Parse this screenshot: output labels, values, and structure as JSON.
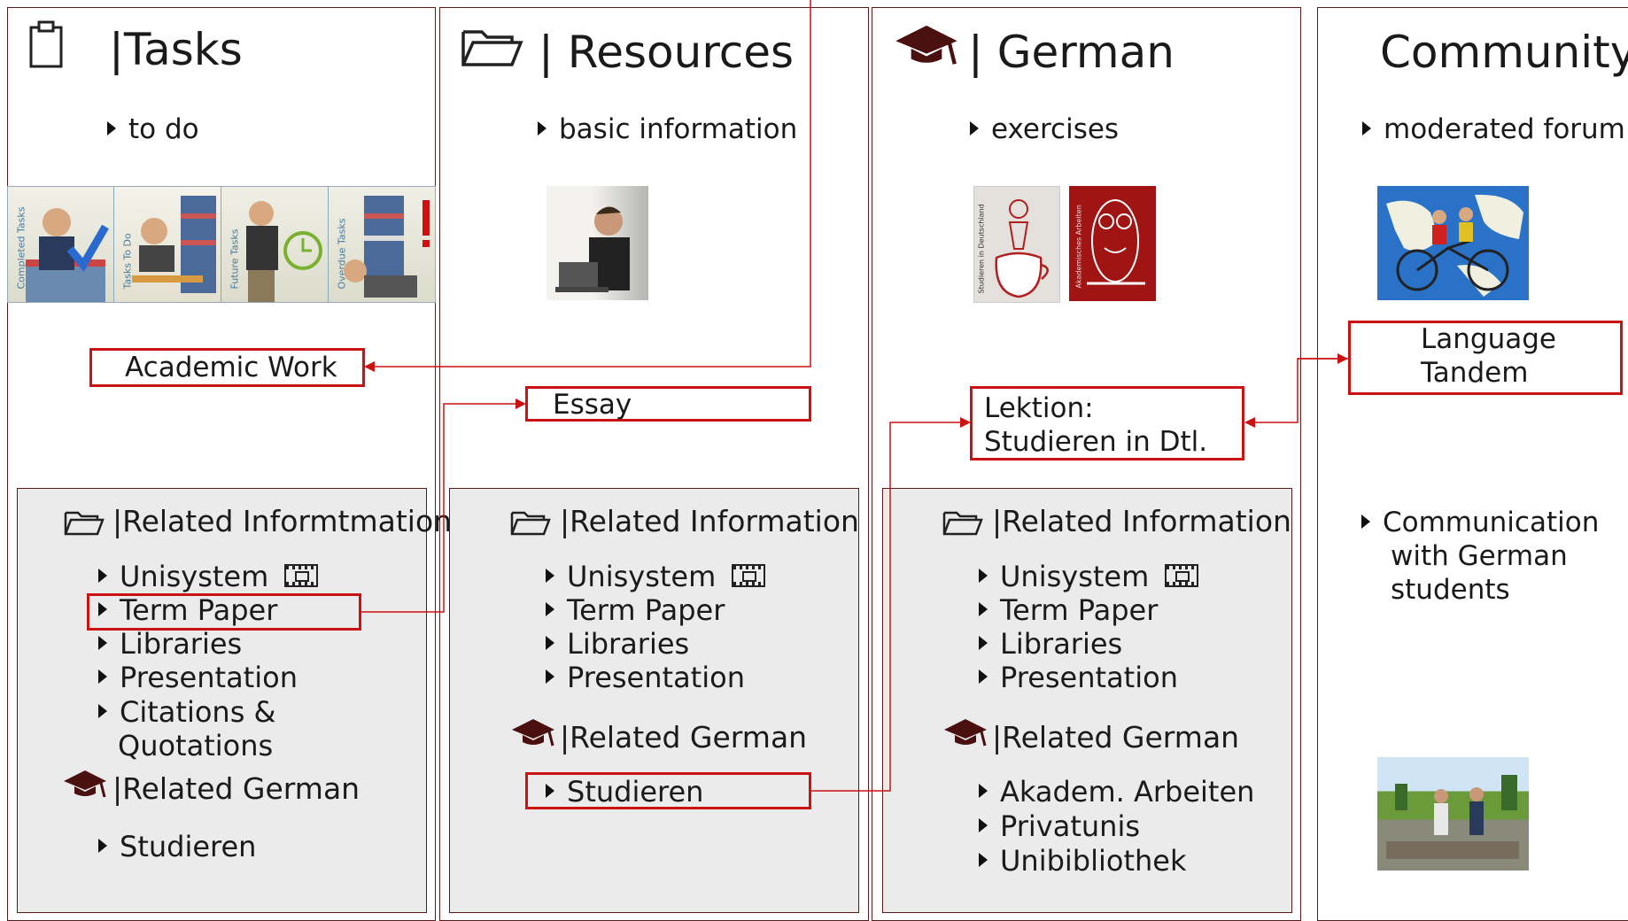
{
  "colors": {
    "frame": "#5a1a1a",
    "highlight": "#cc1111",
    "relbox": "#ebebeb",
    "icon": "#5a1a1a"
  },
  "columns": [
    {
      "title": "|Tasks",
      "icon": "clipboard-icon",
      "bullet": "to do",
      "image_labels": [
        "Completed Tasks",
        "Tasks To Do",
        "Future Tasks",
        "Overdue Tasks"
      ],
      "highlight": "Academic Work",
      "related_info_heading": "|Related Informtmation",
      "related_info": [
        "Unisystem",
        "Term Paper",
        "Libraries",
        "Presentation",
        "Citations &",
        "Quotations"
      ],
      "related_german_heading": "|Related German",
      "related_german": [
        "Studieren"
      ]
    },
    {
      "title": "| Resources",
      "icon": "folder-icon",
      "bullet": "basic information",
      "highlight": "Essay",
      "related_info_heading": "|Related Information",
      "related_info": [
        "Unisystem",
        "Term Paper",
        "Libraries",
        "Presentation"
      ],
      "related_german_heading": "|Related German",
      "related_german": [
        "Studieren"
      ]
    },
    {
      "title": "| German",
      "icon": "mortarboard-icon",
      "bullet": "exercises",
      "image_labels": [
        "Studieren in Deutschland",
        "Akademisches Arbeiten"
      ],
      "highlight_lines": [
        "Lektion:",
        "Studieren in Dtl."
      ],
      "related_info_heading": "|Related Information",
      "related_info": [
        "Unisystem",
        "Term Paper",
        "Libraries",
        "Presentation"
      ],
      "related_german_heading": "|Related German",
      "related_german": [
        "Akadem. Arbeiten",
        "Privatunis",
        "Unibibliothek"
      ]
    },
    {
      "title": "Community",
      "bullet": "moderated forum",
      "highlight_lines": [
        "Language",
        "Tandem"
      ],
      "bullet2_lines": [
        "Communication",
        "with German",
        "students"
      ]
    }
  ]
}
